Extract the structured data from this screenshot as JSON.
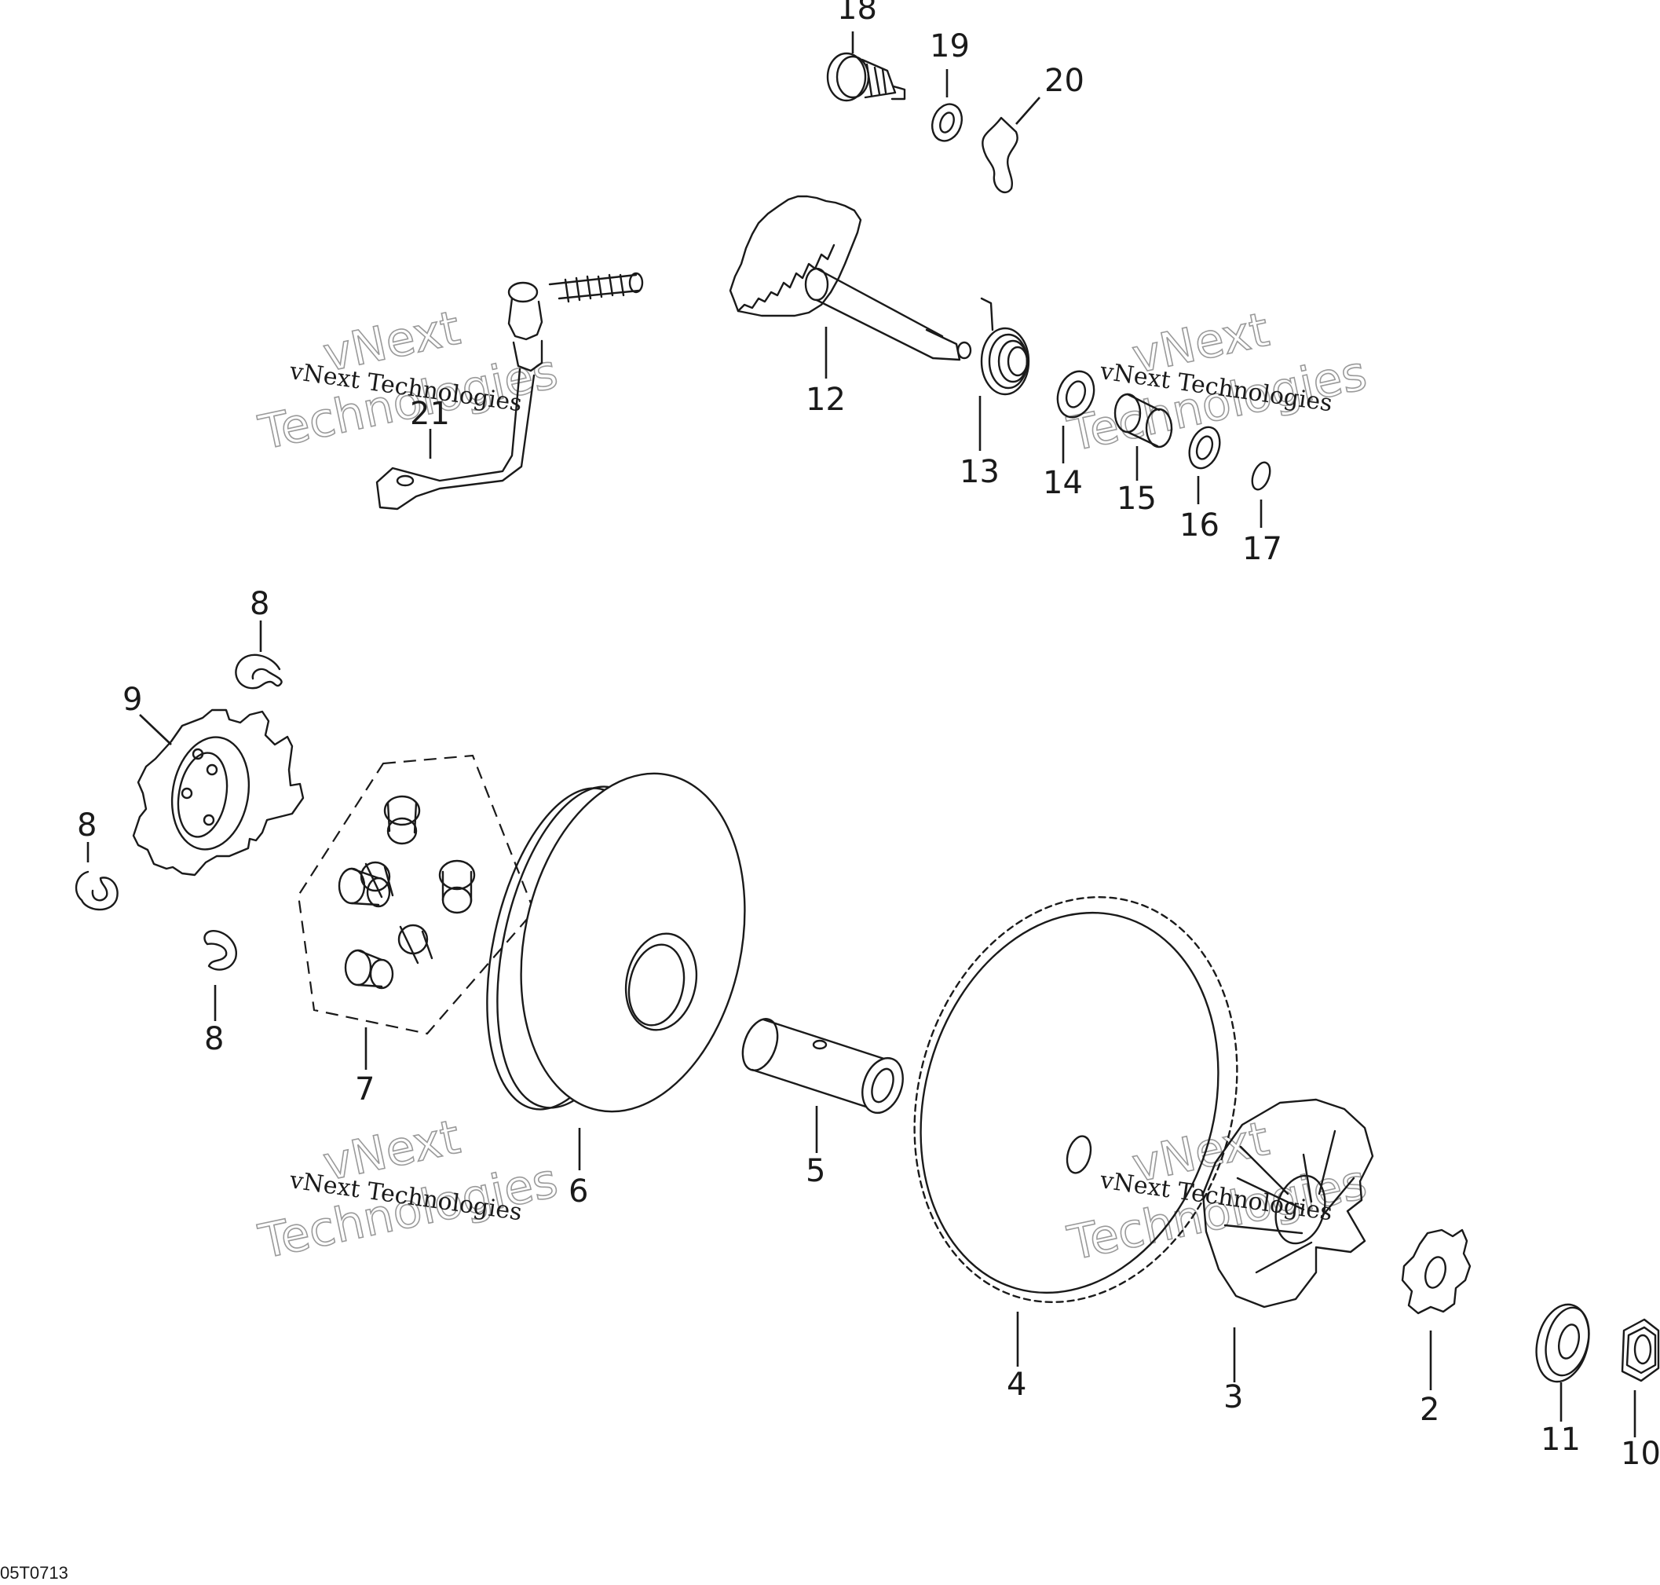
{
  "diagram": {
    "figure_code": "05T0713",
    "watermark": {
      "line_small": "vNext Technologies",
      "line_big_1": "vNext",
      "line_big_2": "Technologies"
    },
    "callouts": [
      {
        "id": "c18",
        "label": "18"
      },
      {
        "id": "c19",
        "label": "19"
      },
      {
        "id": "c20",
        "label": "20"
      },
      {
        "id": "c12",
        "label": "12"
      },
      {
        "id": "c13",
        "label": "13"
      },
      {
        "id": "c14",
        "label": "14"
      },
      {
        "id": "c15",
        "label": "15"
      },
      {
        "id": "c16",
        "label": "16"
      },
      {
        "id": "c17",
        "label": "17"
      },
      {
        "id": "c21",
        "label": "21"
      },
      {
        "id": "c8a",
        "label": "8"
      },
      {
        "id": "c8b",
        "label": "8"
      },
      {
        "id": "c8c",
        "label": "8"
      },
      {
        "id": "c9",
        "label": "9"
      },
      {
        "id": "c7",
        "label": "7"
      },
      {
        "id": "c6",
        "label": "6"
      },
      {
        "id": "c5",
        "label": "5"
      },
      {
        "id": "c4",
        "label": "4"
      },
      {
        "id": "c3",
        "label": "3"
      },
      {
        "id": "c2",
        "label": "2"
      },
      {
        "id": "c11",
        "label": "11"
      },
      {
        "id": "c10",
        "label": "10"
      }
    ]
  }
}
